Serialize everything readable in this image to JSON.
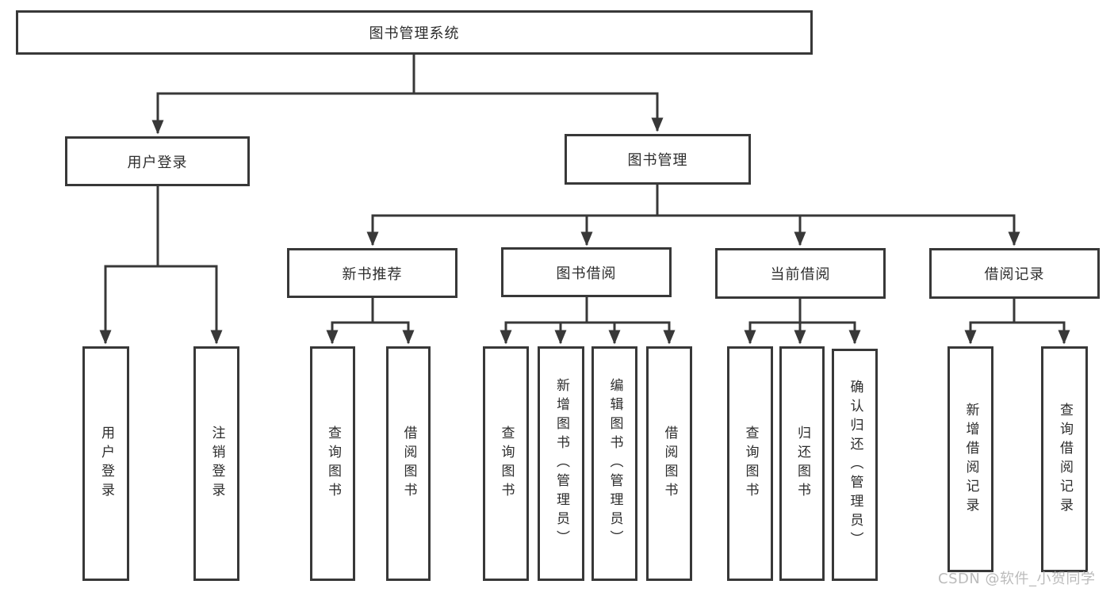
{
  "watermark": "CSDN @软件_小贺同学",
  "colors": {
    "line": "#383838",
    "box_border": "#383838",
    "box_background": "#ffffff",
    "text": "#2d2d2d",
    "watermark": "#b0b0b0",
    "page_background": "#ffffff"
  },
  "tree": {
    "label": "图书管理系统",
    "children": [
      {
        "label": "用户登录",
        "children": [
          {
            "label": "用户登录"
          },
          {
            "label": "注销登录"
          }
        ]
      },
      {
        "label": "图书管理",
        "children": [
          {
            "label": "新书推荐",
            "children": [
              {
                "label": "查询图书"
              },
              {
                "label": "借阅图书"
              }
            ]
          },
          {
            "label": "图书借阅",
            "children": [
              {
                "label": "查询图书"
              },
              {
                "label": "新增图书（管理员）"
              },
              {
                "label": "编辑图书（管理员）"
              },
              {
                "label": "借阅图书"
              }
            ]
          },
          {
            "label": "当前借阅",
            "children": [
              {
                "label": "查询图书"
              },
              {
                "label": "归还图书"
              },
              {
                "label": "确认归还（管理员）"
              }
            ]
          },
          {
            "label": "借阅记录",
            "children": [
              {
                "label": "新增借阅记录"
              },
              {
                "label": "查询借阅记录"
              }
            ]
          }
        ]
      }
    ]
  }
}
